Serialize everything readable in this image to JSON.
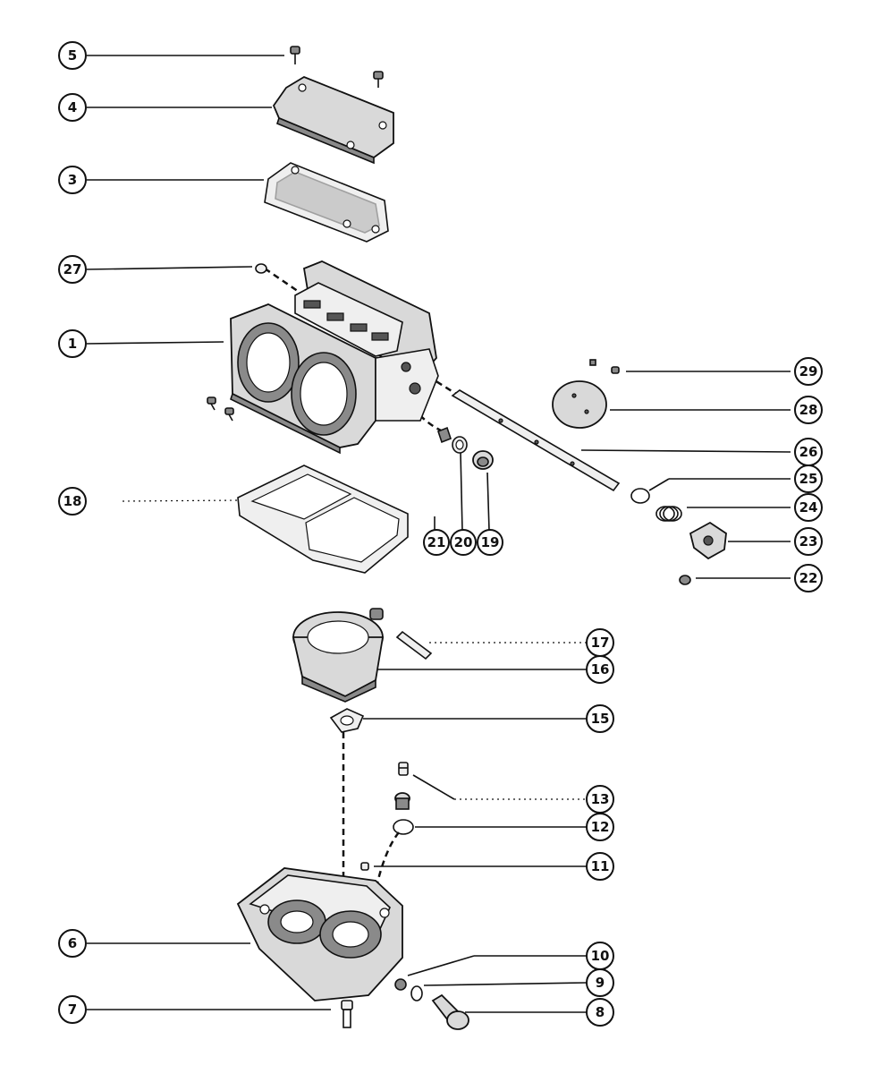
{
  "callouts": [
    {
      "id": "c5",
      "label": "5"
    },
    {
      "id": "c4",
      "label": "4"
    },
    {
      "id": "c3",
      "label": "3"
    },
    {
      "id": "c27",
      "label": "27"
    },
    {
      "id": "c1",
      "label": "1"
    },
    {
      "id": "c18",
      "label": "18"
    },
    {
      "id": "c29",
      "label": "29"
    },
    {
      "id": "c28",
      "label": "28"
    },
    {
      "id": "c26",
      "label": "26"
    },
    {
      "id": "c25",
      "label": "25"
    },
    {
      "id": "c24",
      "label": "24"
    },
    {
      "id": "c23",
      "label": "23"
    },
    {
      "id": "c22",
      "label": "22"
    },
    {
      "id": "c21",
      "label": "21"
    },
    {
      "id": "c20",
      "label": "20"
    },
    {
      "id": "c19",
      "label": "19"
    },
    {
      "id": "c17",
      "label": "17"
    },
    {
      "id": "c16",
      "label": "16"
    },
    {
      "id": "c15",
      "label": "15"
    },
    {
      "id": "c13",
      "label": "13"
    },
    {
      "id": "c12",
      "label": "12"
    },
    {
      "id": "c11",
      "label": "11"
    },
    {
      "id": "c6",
      "label": "6"
    },
    {
      "id": "c10",
      "label": "10"
    },
    {
      "id": "c9",
      "label": "9"
    },
    {
      "id": "c7",
      "label": "7"
    },
    {
      "id": "c8",
      "label": "8"
    }
  ],
  "colors": {
    "ink": "#111111",
    "background": "#ffffff",
    "part_fill": "#d9d9d9",
    "part_shadow": "#8a8a8a"
  }
}
